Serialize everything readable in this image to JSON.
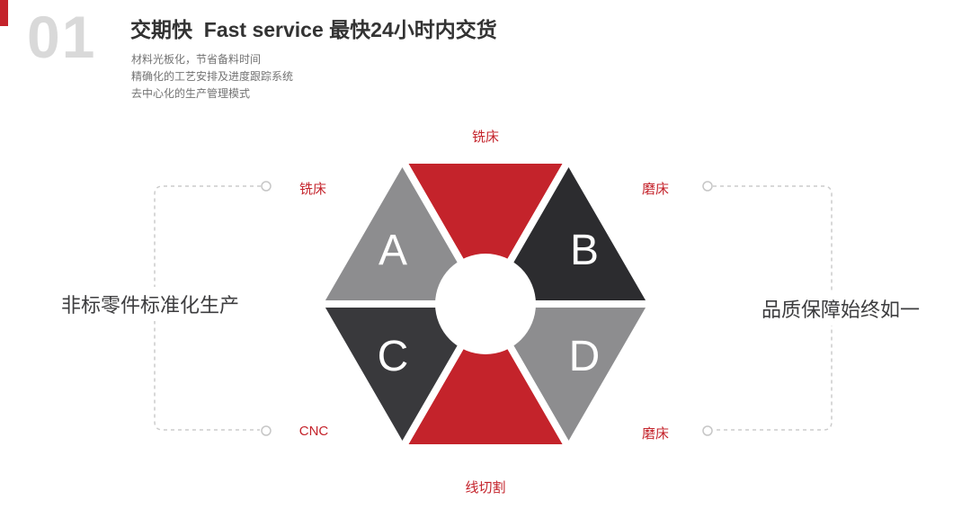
{
  "header": {
    "index": "01",
    "title": "交期快  Fast service 最快24小时内交货",
    "bullets": [
      "材料光板化，节省备料时间",
      "精确化的工艺安排及进度跟踪系统",
      "去中心化的生产管理模式"
    ]
  },
  "captions": {
    "left": "非标零件标准化生产",
    "right": "品质保障始终如一"
  },
  "labels": {
    "top": "铣床",
    "upper_left": "铣床",
    "upper_right": "磨床",
    "lower_left": "CNC",
    "lower_right": "磨床",
    "bottom": "线切割"
  },
  "segments": {
    "top": {
      "color": "#c4232b"
    },
    "upper_left": {
      "letter": "A",
      "color": "#8d8d8f"
    },
    "upper_right": {
      "letter": "B",
      "color": "#2c2c2f"
    },
    "lower_left": {
      "letter": "C",
      "color": "#39393c"
    },
    "lower_right": {
      "letter": "D",
      "color": "#8d8d8f"
    },
    "bottom": {
      "color": "#c4232b"
    }
  },
  "colors": {
    "accent": "#c4232b",
    "index_gray": "#d9d9d9",
    "connector_gray": "#cccccc"
  }
}
